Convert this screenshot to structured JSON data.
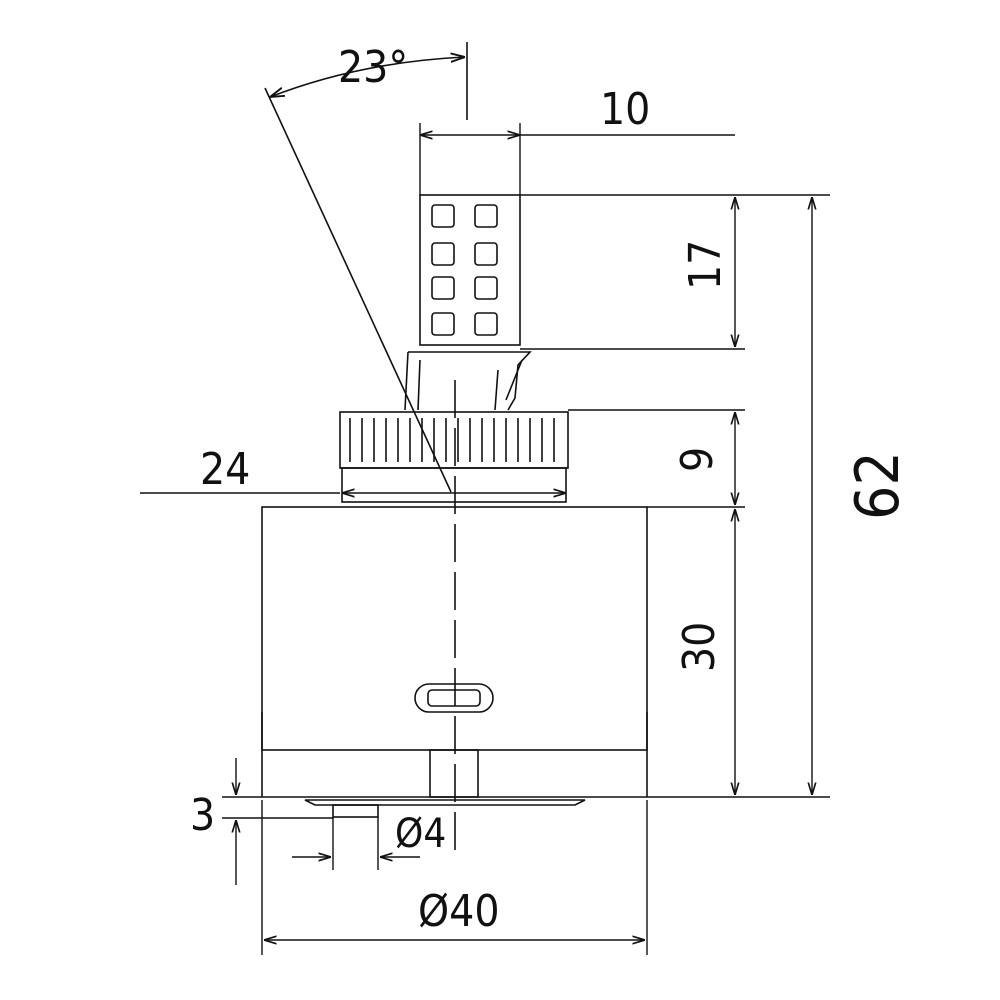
{
  "drawing": {
    "colors": {
      "line": "#111111",
      "background": "#ffffff"
    },
    "dimensions": {
      "angle": "23°",
      "stem_width": "10",
      "stem_height": "17",
      "collar_height": "9",
      "collar_diameter": "24",
      "body_height": "30",
      "total_height": "62",
      "base_offset": "3",
      "pin_diameter": "Ø4",
      "body_diameter": "Ø40"
    }
  }
}
